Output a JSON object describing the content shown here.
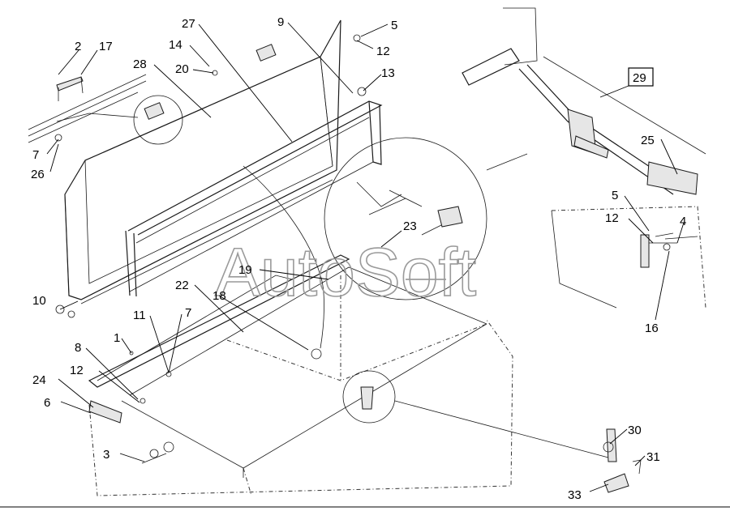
{
  "watermark": "AutoSoft",
  "callouts": [
    {
      "id": "c2",
      "text": "2"
    },
    {
      "id": "c17",
      "text": "17"
    },
    {
      "id": "c28",
      "text": "28"
    },
    {
      "id": "c7a",
      "text": "7"
    },
    {
      "id": "c26",
      "text": "26"
    },
    {
      "id": "c14",
      "text": "14"
    },
    {
      "id": "c20",
      "text": "20"
    },
    {
      "id": "c27",
      "text": "27"
    },
    {
      "id": "c9",
      "text": "9"
    },
    {
      "id": "c5a",
      "text": "5"
    },
    {
      "id": "c12a",
      "text": "12"
    },
    {
      "id": "c13",
      "text": "13"
    },
    {
      "id": "c29",
      "text": "29"
    },
    {
      "id": "c25",
      "text": "25"
    },
    {
      "id": "c5b",
      "text": "5"
    },
    {
      "id": "c12b",
      "text": "12"
    },
    {
      "id": "c4",
      "text": "4"
    },
    {
      "id": "c16",
      "text": "16"
    },
    {
      "id": "c23",
      "text": "23"
    },
    {
      "id": "c19",
      "text": "19"
    },
    {
      "id": "c22",
      "text": "22"
    },
    {
      "id": "c18",
      "text": "18"
    },
    {
      "id": "c10",
      "text": "10"
    },
    {
      "id": "c11",
      "text": "11"
    },
    {
      "id": "c7b",
      "text": "7"
    },
    {
      "id": "c1",
      "text": "1"
    },
    {
      "id": "c8",
      "text": "8"
    },
    {
      "id": "c12c",
      "text": "12"
    },
    {
      "id": "c24",
      "text": "24"
    },
    {
      "id": "c6",
      "text": "6"
    },
    {
      "id": "c3",
      "text": "3"
    },
    {
      "id": "c30",
      "text": "30"
    },
    {
      "id": "c31",
      "text": "31"
    },
    {
      "id": "c33",
      "text": "33"
    }
  ]
}
